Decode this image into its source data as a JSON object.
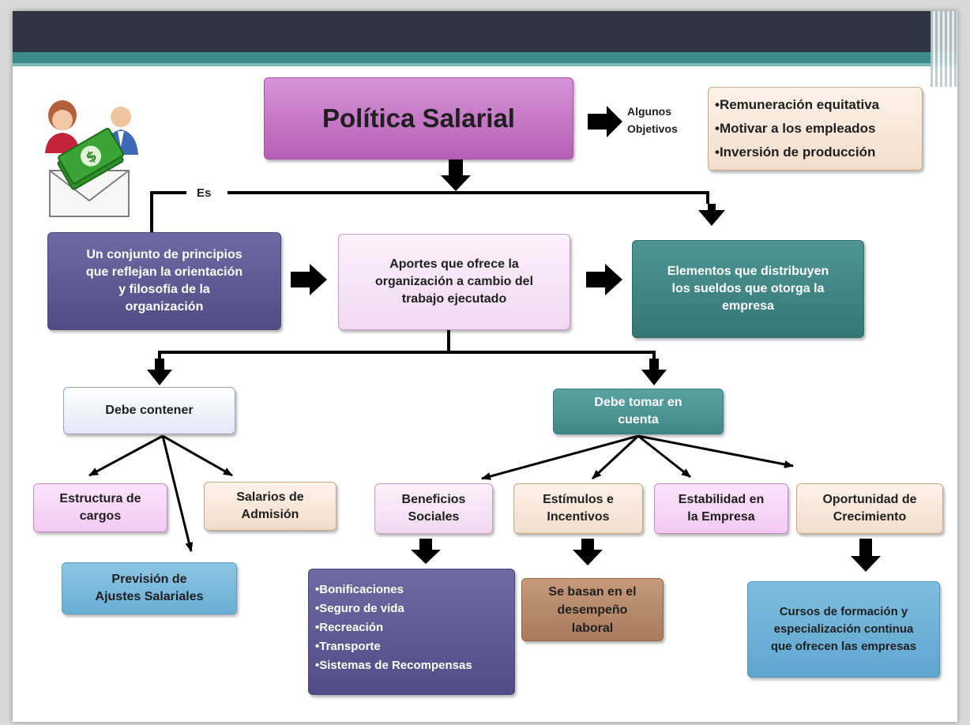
{
  "title": "Política Salarial",
  "objectives": {
    "label": "Algunos\nObjetivos",
    "items": "•Remuneración equitativa\n•Motivar a los empleados\n•Inversión de producción"
  },
  "es_label": "Es",
  "definition": "Un conjunto de principios\nque reflejan la orientación\ny filosofía de la\norganización",
  "aportes": "Aportes que ofrece la\norganización a cambio del\ntrabajo ejecutado",
  "elementos": "Elementos que distribuyen\nlos sueldos que otorga la\nempresa",
  "debe_contener": {
    "label": "Debe contener",
    "items": [
      "Estructura de\ncargos",
      "Salarios de\nAdmisión",
      "Previsión de\nAjustes Salariales"
    ]
  },
  "debe_tomar": {
    "label": "Debe tomar en\ncuenta",
    "items": [
      "Beneficios\nSociales",
      "Estímulos e\nIncentivos",
      "Estabilidad en\nla Empresa",
      "Oportunidad de\nCrecimiento"
    ]
  },
  "beneficios_list": "•Bonificaciones\n•Seguro de vida\n•Recreación\n•Transporte\n•Sistemas de Recompensas",
  "estimulos_detail": "Se basan en el\ndesempeño\nlaboral",
  "oportunidad_detail": "Cursos de formación y\nespecialización continua\nque ofrecen las empresas",
  "icons": {
    "people": "people-money-icon"
  }
}
